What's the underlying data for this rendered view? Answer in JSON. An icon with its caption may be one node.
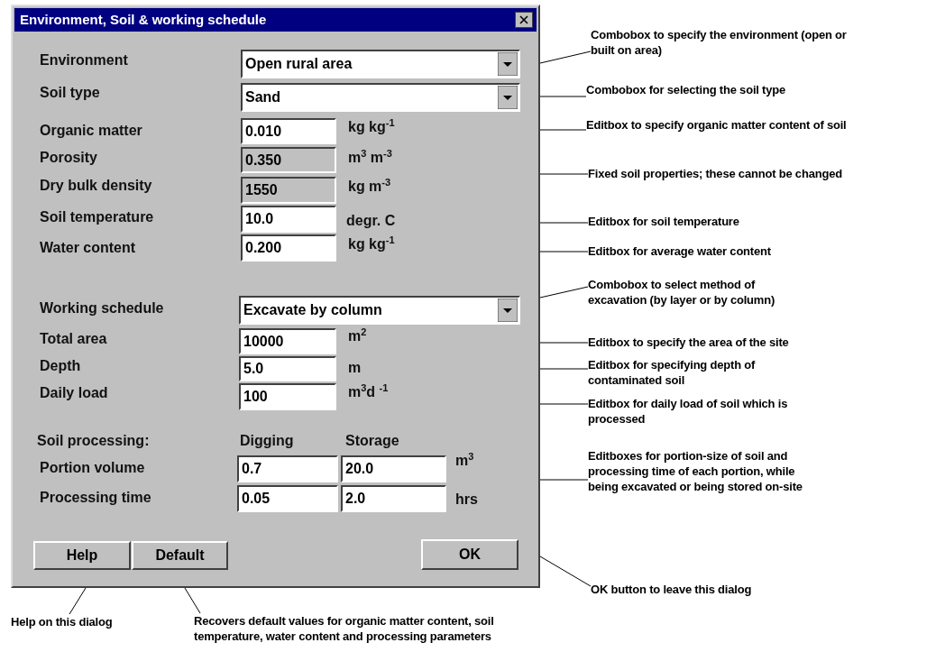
{
  "diagram": {
    "nodes": [
      {
        "text": [
          "Environment, Soil & working schedule"
        ]
      },
      {
        "text": [
          "Open rural area"
        ],
        "in": 0
      },
      {
        "text": [
          "Sand"
        ],
        "in": 0
      },
      {
        "text": [
          "0.010"
        ],
        "in": 0
      },
      {
        "text": [
          "0.350"
        ],
        "in": 0
      },
      {
        "text": [
          "1550"
        ],
        "in": 0
      },
      {
        "text": [
          "10.0"
        ],
        "in": 0
      },
      {
        "text": [
          "0.200"
        ],
        "in": 0
      },
      {
        "text": [
          "Excavate by column"
        ],
        "in": 0
      },
      {
        "text": [
          "10000"
        ],
        "in": 0
      },
      {
        "text": [
          "5.0"
        ],
        "in": 0
      },
      {
        "text": [
          "100"
        ],
        "in": 0
      },
      {
        "text": [
          "0.7"
        ],
        "in": 0
      },
      {
        "text": [
          "20.0"
        ],
        "in": 0
      },
      {
        "text": [
          "0.05"
        ],
        "in": 0
      },
      {
        "text": [
          "2.0"
        ],
        "in": 0
      },
      {
        "text": [
          "Help"
        ],
        "in": 0
      },
      {
        "text": [
          "Default"
        ],
        "in": 0
      },
      {
        "text": [
          "OK"
        ],
        "in": 0
      },
      {
        "text": [
          "Combobox to specify the environment (open or built on area)"
        ]
      },
      {
        "text": [
          "Combobox for selecting the soil type"
        ]
      },
      {
        "text": [
          "Editbox to specify organic matter content of soil"
        ]
      },
      {
        "text": [
          "Fixed soil properties; these cannot be changed"
        ]
      },
      {
        "text": [
          "Editbox for soil temperature"
        ]
      },
      {
        "text": [
          "Editbox for average water content"
        ]
      },
      {
        "text": [
          "Combobox to select method of excavation (by layer or by column)"
        ]
      },
      {
        "text": [
          "Editbox to specify the area of the site"
        ]
      },
      {
        "text": [
          "Editbox  for specifying depth of contaminated soil"
        ]
      },
      {
        "text": [
          "Editbox for daily load of soil which is processed"
        ]
      },
      {
        "text": [
          "Editboxes for portion-size of soil and processing time of each portion, while being excavated or being stored on-site"
        ]
      },
      {
        "text": [
          "OK button to leave this dialog"
        ]
      },
      {
        "text": [
          "Help on this dialog"
        ]
      },
      {
        "text": [
          "Recovers default values for organic matter content, soil temperature, water content and processing parameters"
        ]
      }
    ],
    "edges": [
      {
        "from": 19,
        "to": 0,
        "arrow": "none"
      },
      {
        "from": 20,
        "to": 0,
        "arrow": "none"
      },
      {
        "from": 21,
        "to": 0,
        "arrow": "none"
      },
      {
        "from": 22,
        "to": 0,
        "arrow": "none"
      },
      {
        "from": 23,
        "to": 0,
        "arrow": "none"
      },
      {
        "from": 24,
        "to": 0,
        "arrow": "none"
      },
      {
        "from": 25,
        "to": 0,
        "arrow": "none"
      },
      {
        "from": 26,
        "to": 0,
        "arrow": "none"
      },
      {
        "from": 27,
        "to": 0,
        "arrow": "none"
      },
      {
        "from": 28,
        "to": 0,
        "arrow": "none"
      },
      {
        "from": 29,
        "to": 0,
        "arrow": "none"
      },
      {
        "from": 30,
        "to": 0,
        "arrow": "none"
      },
      {
        "from": 31,
        "to": 0,
        "arrow": "none"
      },
      {
        "from": 32,
        "to": 0,
        "arrow": "none"
      }
    ],
    "labels": [
      "Environment",
      "Soil type",
      "Organic matter",
      "kg kg$^{-1}$",
      "Porosity",
      "m$^{3}$ m$^{-3}$",
      "Dry bulk density",
      "kg m$^{-3}$",
      "Soil temperature",
      "degr. C",
      "Water content",
      "kg kg$^{-1}$",
      "Working schedule",
      "Total area",
      "m$^{2}$",
      "Depth",
      "m",
      "Daily load",
      "m$^{3}$d $^{-1}$",
      "Soil processing:",
      "Digging",
      "Storage",
      "Portion volume",
      "m$^{3}$",
      "Processing time",
      "hrs"
    ]
  }
}
